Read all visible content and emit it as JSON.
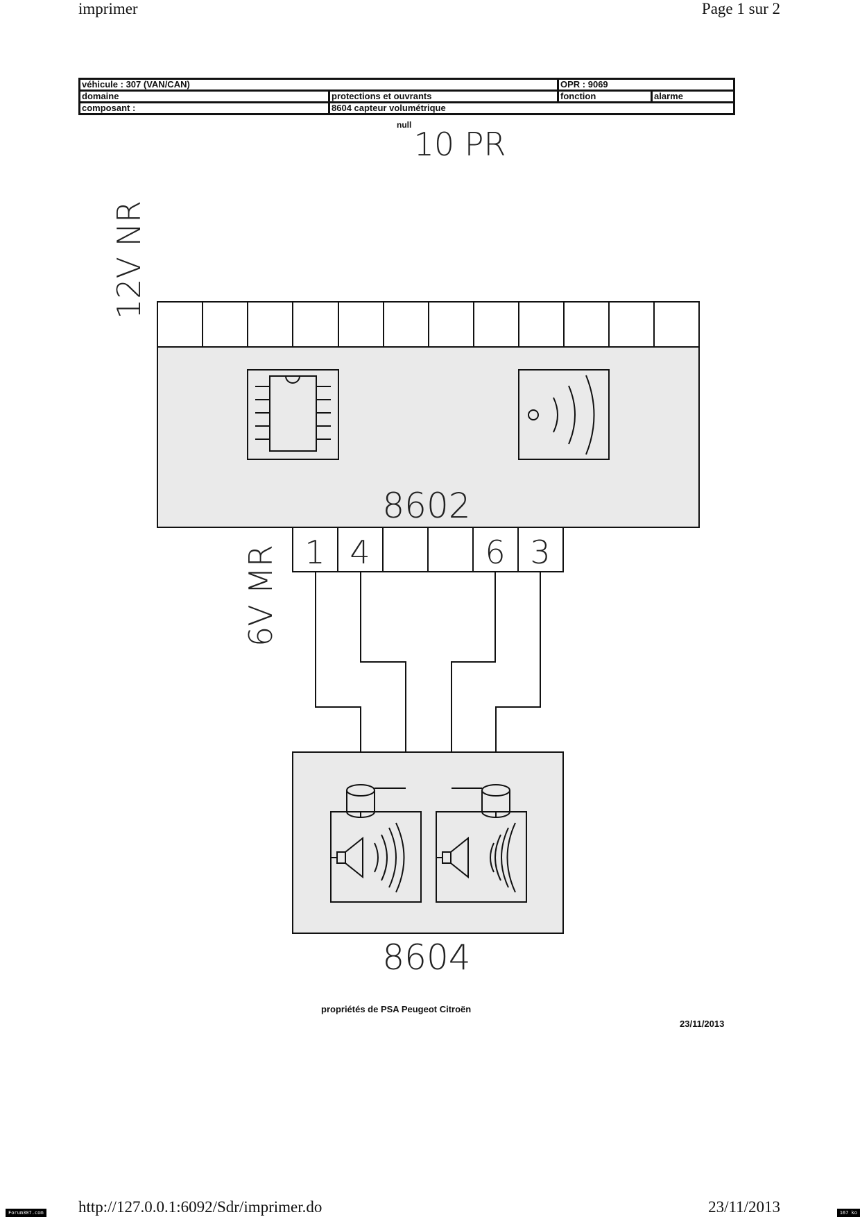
{
  "page_header": {
    "left": "imprimer",
    "right": "Page 1 sur 2"
  },
  "info_table": {
    "vehicule": "véhicule : 307 (VAN/CAN)",
    "opr": "OPR : 9069",
    "domaine_label": "domaine",
    "domaine_value": "protections et ouvrants",
    "fonction_label": "fonction",
    "fonction_value": "alarme",
    "composant_label": "composant :",
    "composant_value": "8604 capteur volumétrique"
  },
  "diagram": {
    "null_label": "null",
    "connector_top": "10 PR",
    "connector_left": "12V NR",
    "connector_mid": "6V MR",
    "module_upper": "8602",
    "module_lower": "8604",
    "pins": [
      "1",
      "4",
      "",
      "",
      "6",
      "3"
    ]
  },
  "footer": {
    "credit": "propriétés de PSA Peugeot Citroën",
    "doc_date": "23/11/2013",
    "url": "http://127.0.0.1:6092/Sdr/imprimer.do",
    "print_date": "23/11/2013"
  },
  "corner_tags": {
    "left": "Forum307.com",
    "right": "167 ko"
  }
}
